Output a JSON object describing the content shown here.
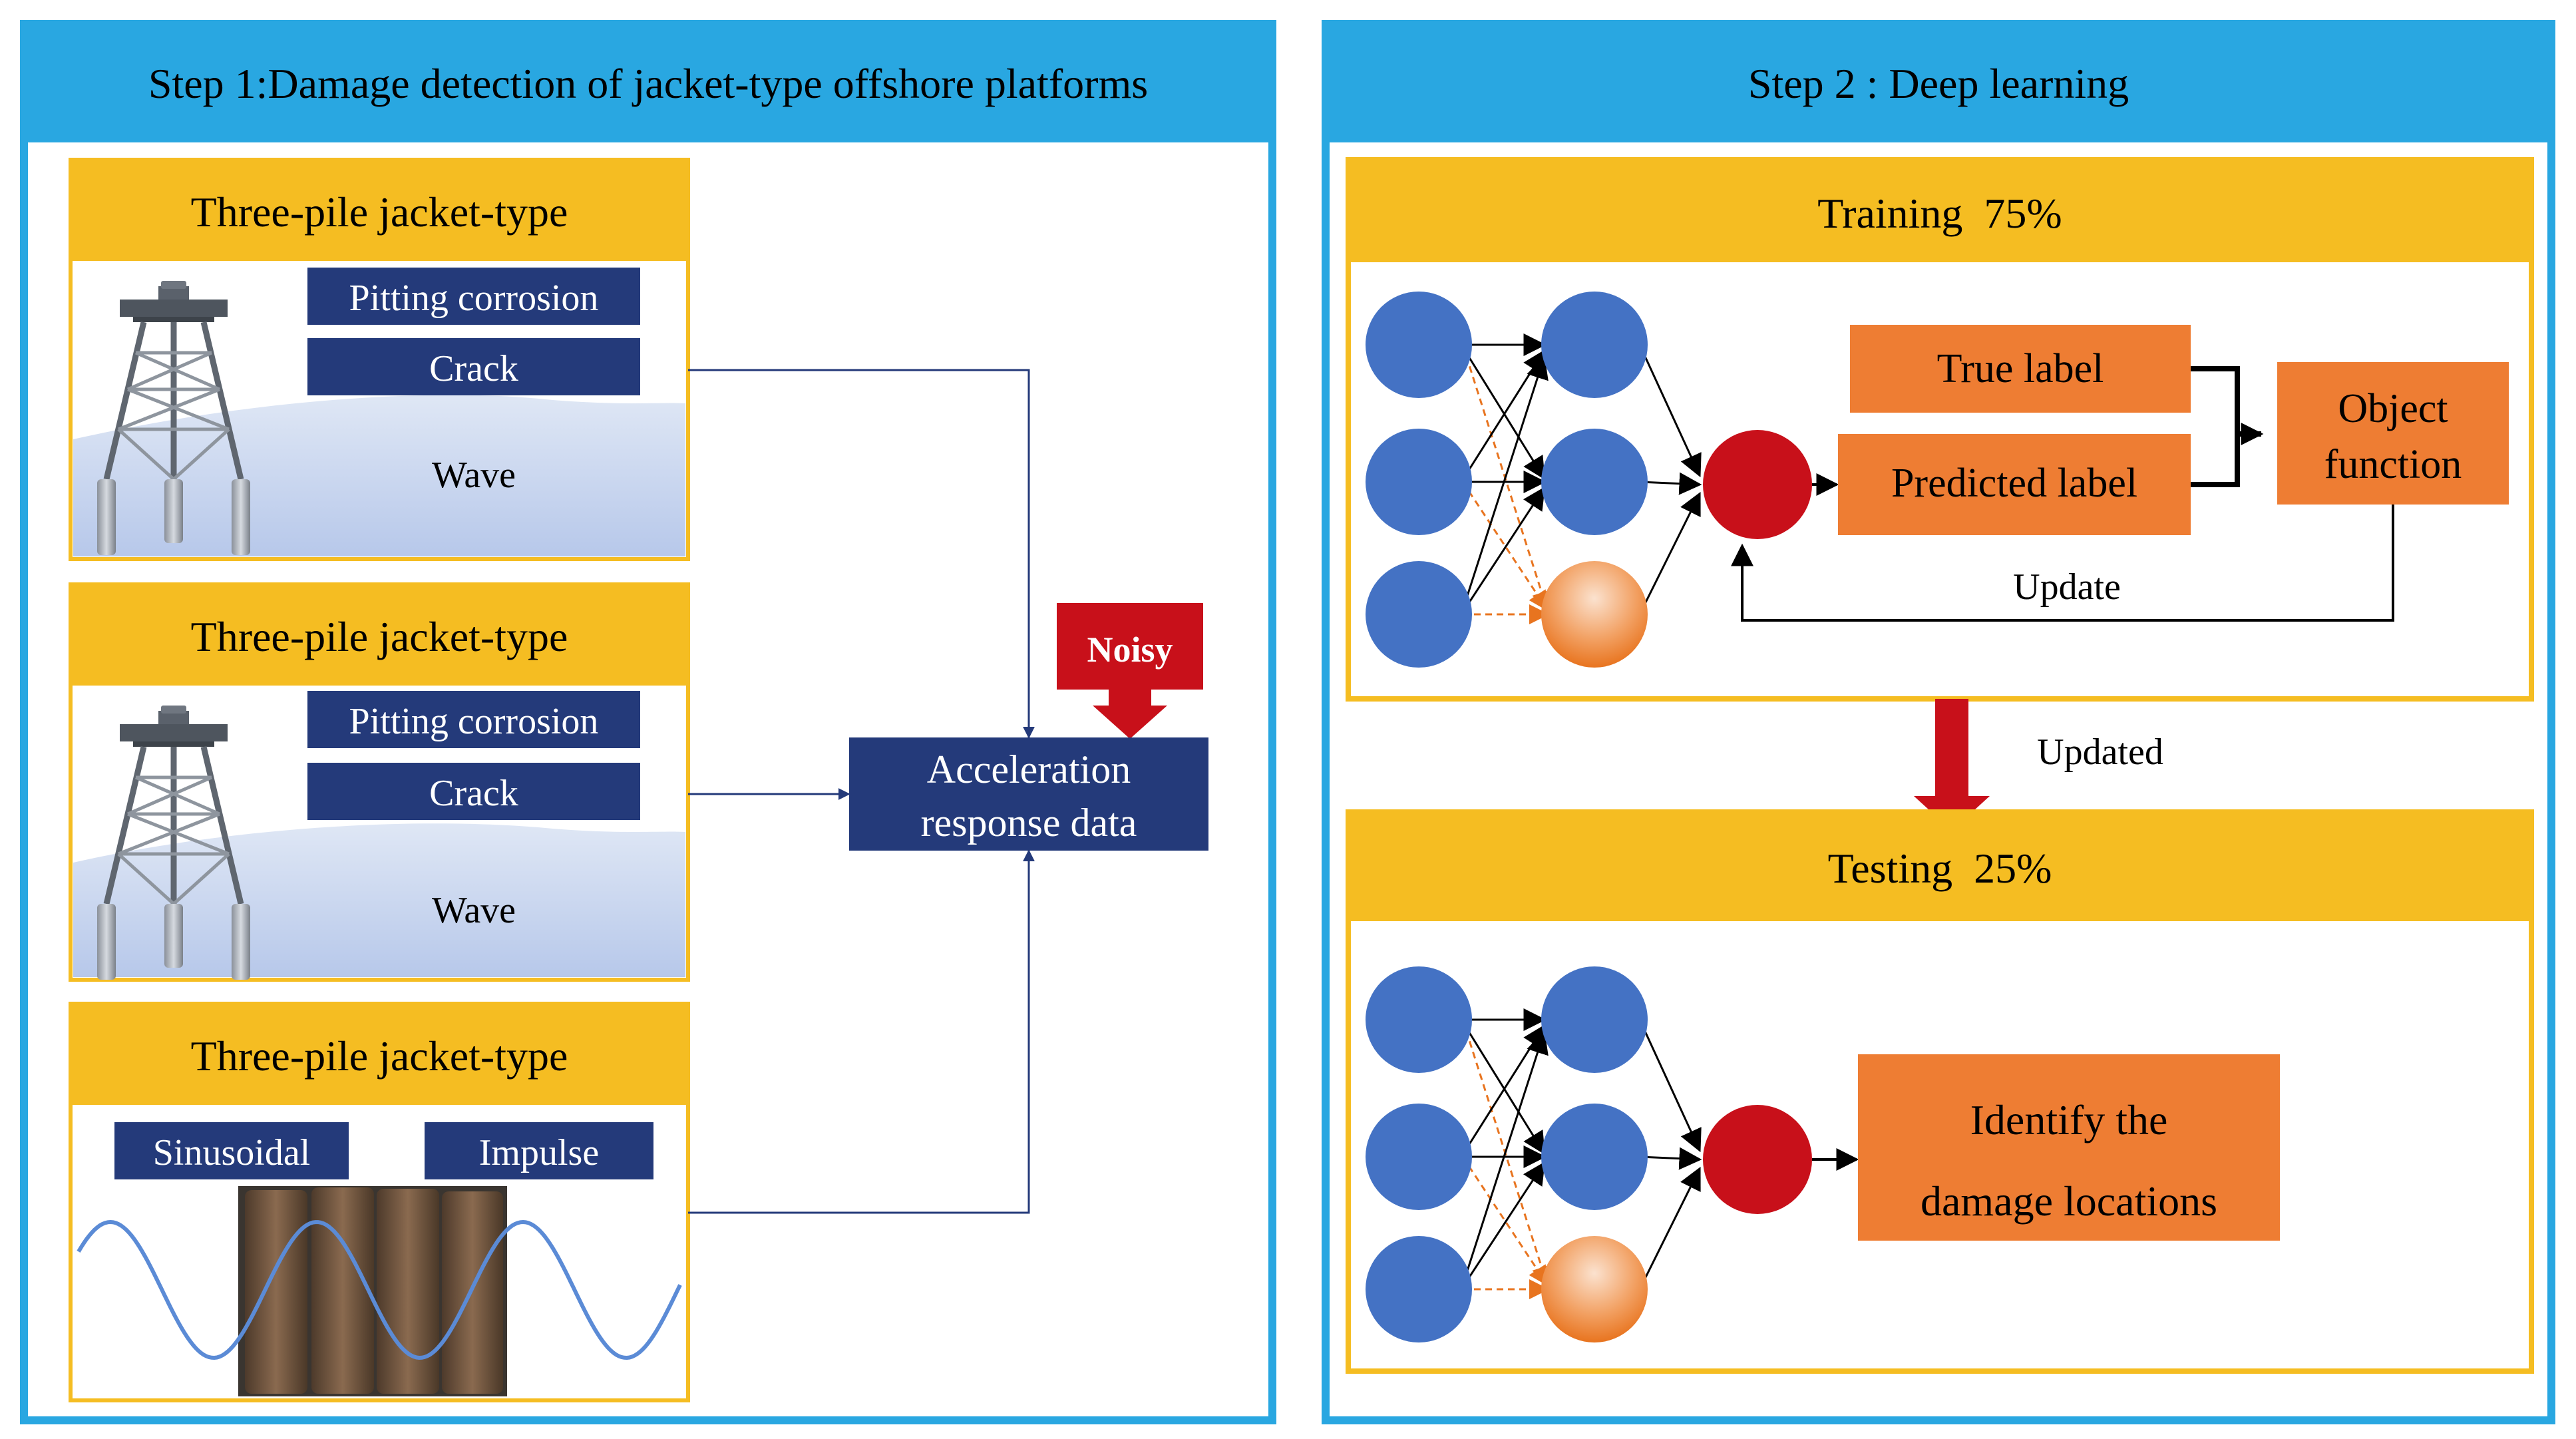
{
  "step1": {
    "title": "Step 1:Damage detection of jacket-type offshore platforms",
    "cards": [
      {
        "header": "Three-pile jacket-type",
        "tag1": "Pitting corrosion",
        "tag2": "Crack",
        "wave": "Wave"
      },
      {
        "header": "Three-pile jacket-type",
        "tag1": "Pitting corrosion",
        "tag2": "Crack",
        "wave": "Wave"
      },
      {
        "header": "Three-pile jacket-type",
        "tag1": "Sinusoidal",
        "tag2": "Impulse"
      }
    ],
    "noise_label": "Noisy",
    "acceleration_line1": "Acceleration",
    "acceleration_line2": "response data"
  },
  "step2": {
    "title": "Step 2 : Deep learning",
    "training_header": "Training  75%",
    "true_label": "True label",
    "predicted_label": "Predicted label",
    "object_line1": "Object",
    "object_line2": "function",
    "update_label": "Update",
    "updated_label": "Updated",
    "testing_header": "Testing  25%",
    "identify_line1": "Identify the",
    "identify_line2": "damage locations"
  },
  "colors": {
    "panel_blue": "#29a7e1",
    "header_yellow": "#f5bd22",
    "navy": "#243a7a",
    "orange_box": "#ee7d33",
    "node_blue": "#4472c4",
    "node_red": "#c8101a",
    "arrow_red": "#c8101a"
  }
}
